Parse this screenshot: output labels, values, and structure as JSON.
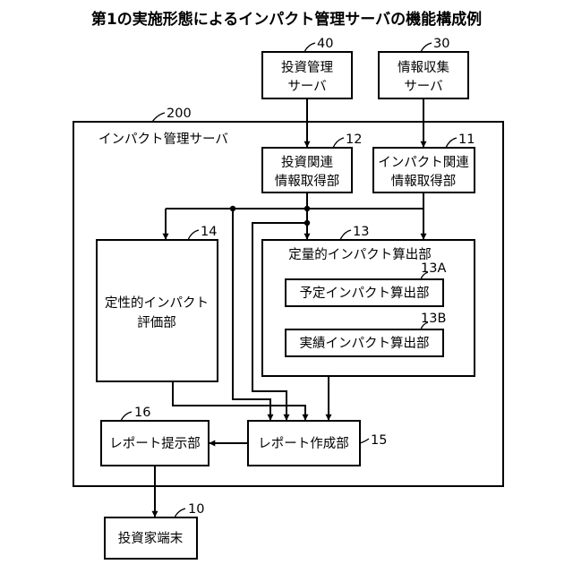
{
  "title": "第1の実施形態によるインパクト管理サーバの機能構成例",
  "blocks": {
    "investment_mgmt_server": {
      "line1": "投資管理",
      "line2": "サーバ",
      "ref": "40"
    },
    "info_collection_server": {
      "line1": "情報収集",
      "line2": "サーバ",
      "ref": "30"
    },
    "impact_mgmt_server": {
      "label": "インパクト管理サーバ",
      "ref": "200"
    },
    "investment_info_acq": {
      "line1": "投資関連",
      "line2": "情報取得部",
      "ref": "12"
    },
    "impact_info_acq": {
      "line1": "インパクト関連",
      "line2": "情報取得部",
      "ref": "11"
    },
    "qualitative_eval": {
      "line1": "定性的インパクト",
      "line2": "評価部",
      "ref": "14"
    },
    "quantitative_calc": {
      "label": "定量的インパクト算出部",
      "ref": "13"
    },
    "planned_impact_calc": {
      "label": "予定インパクト算出部",
      "ref": "13A"
    },
    "actual_impact_calc": {
      "label": "実績インパクト算出部",
      "ref": "13B"
    },
    "report_presentation": {
      "label": "レポート提示部",
      "ref": "16"
    },
    "report_creation": {
      "label": "レポート作成部",
      "ref": "15"
    },
    "investor_terminal": {
      "label": "投資家端末",
      "ref": "10"
    }
  }
}
